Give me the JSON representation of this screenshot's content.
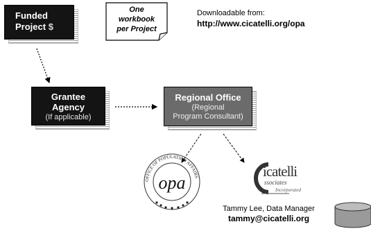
{
  "funded": {
    "line1": "Funded",
    "line2": "Project",
    "symbol": "$"
  },
  "note": {
    "line1": "One",
    "line2": "workbook",
    "line3": "per Project"
  },
  "download": {
    "label": "Downloadable from:",
    "url": "http://www.cicatelli.org/opa"
  },
  "grantee": {
    "line1": "Grantee",
    "line2": "Agency",
    "sub": "(If applicable)"
  },
  "regional": {
    "title": "Regional Office",
    "sub1": "(Regional",
    "sub2": "Program Consultant)"
  },
  "opa_logo": {
    "ring_text": "OFFICE OF POPULATION AFFAIRS",
    "center": "opa"
  },
  "cicatelli_logo": {
    "name": "icatelli",
    "letters": "Ca",
    "assoc": "ssociates",
    "inc": "Incorporated"
  },
  "contact": {
    "name": "Tammy Lee, Data Manager",
    "email": "tammy@cicatelli.org"
  },
  "colors": {
    "dark_box": "#141414",
    "regional_box": "#6b6b6b"
  }
}
